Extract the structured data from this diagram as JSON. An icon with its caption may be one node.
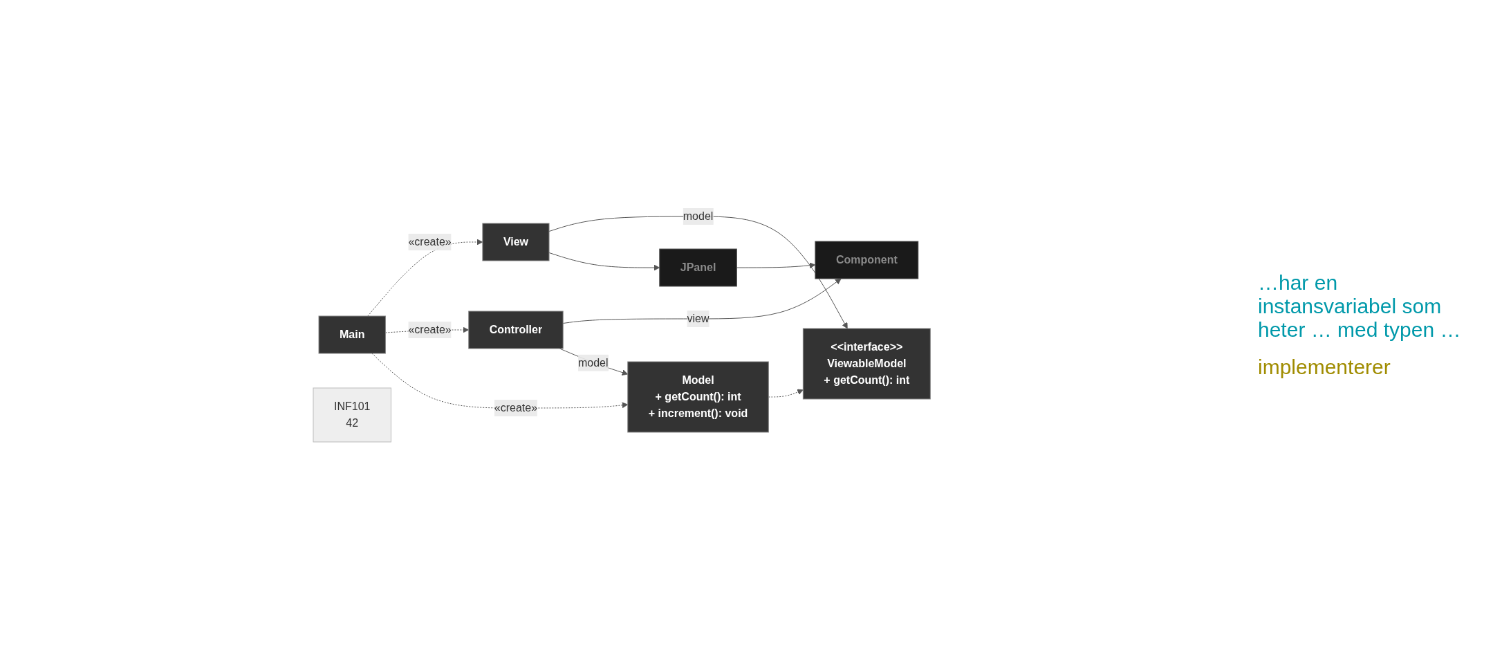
{
  "diagram": {
    "nodes": [
      {
        "text": [
          "Main"
        ]
      },
      {
        "text": [
          "Controller"
        ]
      },
      {
        "text": [
          "View"
        ]
      },
      {
        "text": [
          "Component"
        ]
      },
      {
        "text": [
          "JPanel"
        ]
      },
      {
        "text": [
          "<<interface>>",
          "ViewableModel",
          "+ getCount(): int"
        ]
      },
      {
        "text": [
          "Model",
          "+ getCount(): int",
          "+ increment(): void"
        ]
      },
      {
        "text": [
          "INF101",
          "42"
        ]
      }
    ],
    "edges": [
      {
        "from": 0,
        "to": 2,
        "arrow": "to",
        "label": "«create»",
        "style": "dashed"
      },
      {
        "from": 0,
        "to": 1,
        "arrow": "to",
        "label": "«create»",
        "style": "dashed"
      },
      {
        "from": 0,
        "to": 6,
        "arrow": "to",
        "label": "«create»",
        "style": "dashed"
      },
      {
        "from": 1,
        "to": 3,
        "arrow": "to",
        "label": "view"
      },
      {
        "from": 1,
        "to": 6,
        "arrow": "to",
        "label": "model"
      },
      {
        "from": 2,
        "to": 5,
        "arrow": "to",
        "label": "model"
      },
      {
        "from": 2,
        "to": 4,
        "arrow": "to"
      },
      {
        "from": 4,
        "to": 3,
        "arrow": "to"
      },
      {
        "from": 6,
        "to": 5,
        "arrow": "to",
        "style": "dashed"
      }
    ],
    "labels": [
      "…har en instansvariabel som heter … med typen …",
      "implementerer"
    ]
  }
}
